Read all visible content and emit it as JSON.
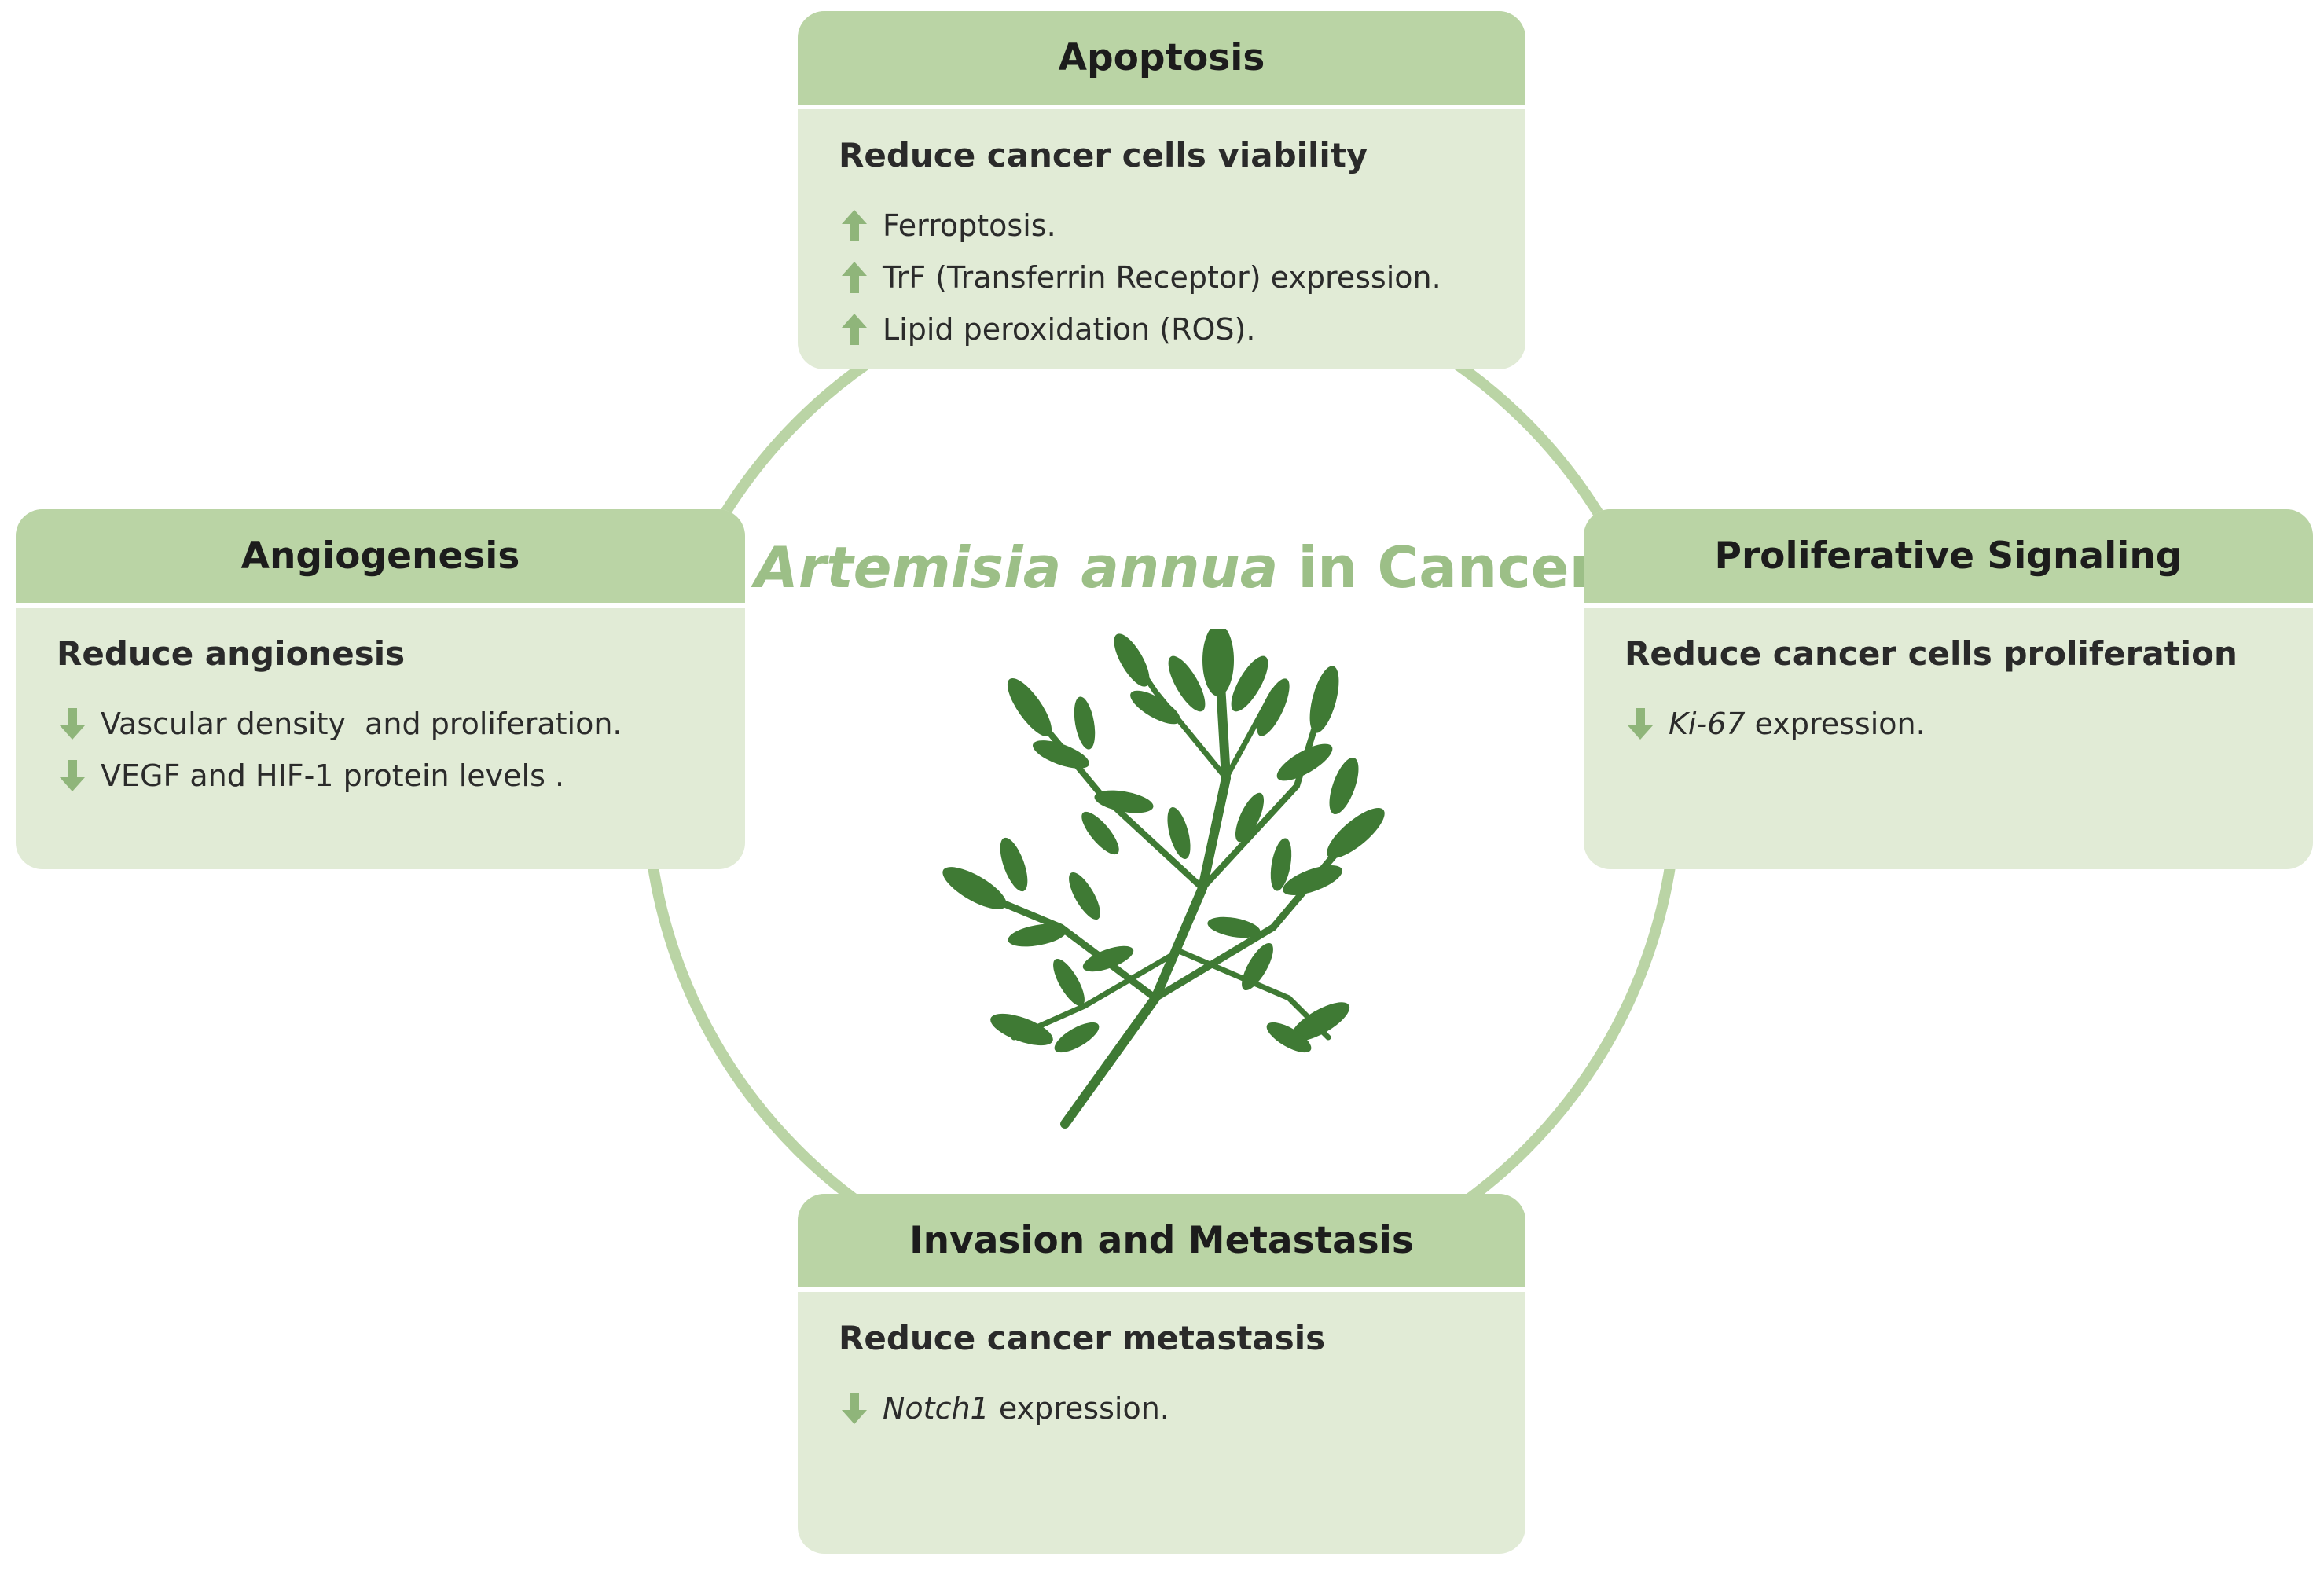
{
  "center": {
    "title_species": "Artemisia annua",
    "title_rest": " in Cancer",
    "image": "artemisia-plant"
  },
  "colors": {
    "header": "#bad4a5",
    "card": "#e1ebd6",
    "ring": "#bad4a5",
    "arrow": "#8fb57a",
    "title": "#9cbf87",
    "leaf": "#3f7a34"
  },
  "cards": {
    "apoptosis": {
      "title": "Apoptosis",
      "subtitle": "Reduce cancer cells viability",
      "items": [
        {
          "direction": "up",
          "text": "Ferroptosis."
        },
        {
          "direction": "up",
          "text": "TrF (Transferrin Receptor) expression."
        },
        {
          "direction": "up",
          "text": "Lipid peroxidation (ROS)."
        }
      ]
    },
    "angiogenesis": {
      "title": "Angiogenesis",
      "subtitle": "Reduce angionesis",
      "items": [
        {
          "direction": "down",
          "text": "Vascular density  and proliferation."
        },
        {
          "direction": "down",
          "text": "VEGF and HIF-1 protein levels ."
        }
      ]
    },
    "proliferative": {
      "title": "Proliferative Signaling",
      "subtitle": "Reduce cancer cells proliferation",
      "items": [
        {
          "direction": "down",
          "gene": "Ki-67",
          "text": " expression."
        }
      ]
    },
    "invasion": {
      "title": "Invasion and Metastasis",
      "subtitle": "Reduce cancer metastasis",
      "items": [
        {
          "direction": "down",
          "gene": "Notch1",
          "text": " expression."
        }
      ]
    }
  }
}
